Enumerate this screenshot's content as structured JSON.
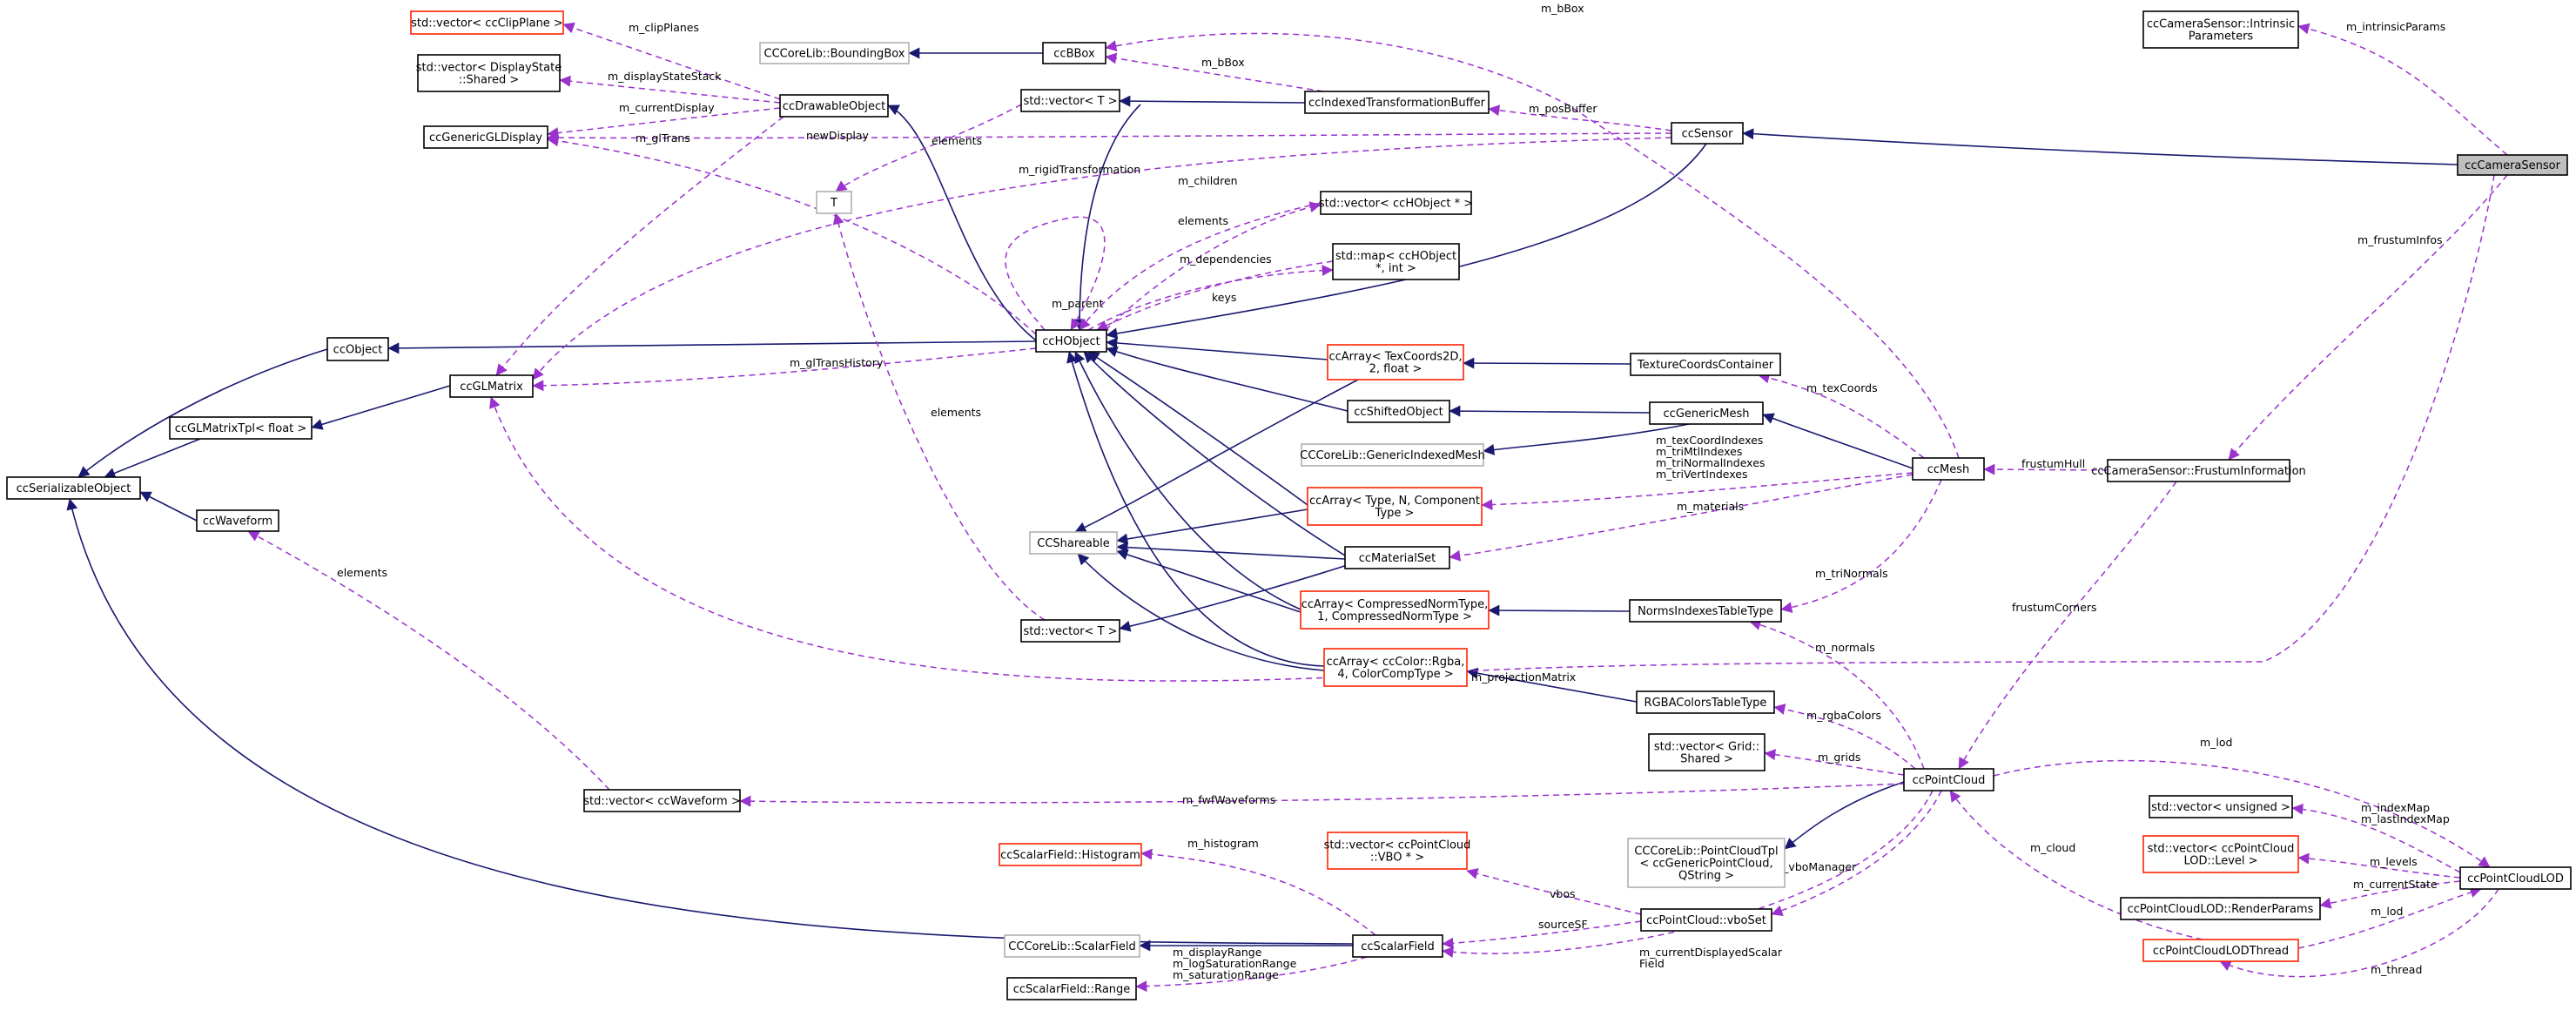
{
  "nodes": {
    "ccCameraSensor": [
      "ccCameraSensor"
    ],
    "intrinsic": [
      "ccCameraSensor::Intrinsic",
      "Parameters"
    ],
    "frustumInfo": [
      "ccCameraSensor::FrustumInformation"
    ],
    "ccSensor": [
      "ccSensor"
    ],
    "ccIndexedTransformationBuffer": [
      "ccIndexedTransformationBuffer"
    ],
    "ccBBox": [
      "ccBBox"
    ],
    "boundingBox": [
      "CCCoreLib::BoundingBox"
    ],
    "vecClipPlane": [
      "std::vector< ccClipPlane >"
    ],
    "vecDisplayState": [
      "std::vector< DisplayState",
      "::Shared >"
    ],
    "ccGenericGLDisplay": [
      "ccGenericGLDisplay"
    ],
    "ccDrawableObject": [
      "ccDrawableObject"
    ],
    "vecT1": [
      "std::vector< T >"
    ],
    "T": [
      "T"
    ],
    "vecHObject": [
      "std::vector< ccHObject * >"
    ],
    "mapHObject": [
      "std::map< ccHObject",
      "*, int >"
    ],
    "ccHObject": [
      "ccHObject"
    ],
    "ccObject": [
      "ccObject"
    ],
    "ccGLMatrix": [
      "ccGLMatrix"
    ],
    "ccGLMatrixTpl": [
      "ccGLMatrixTpl< float >"
    ],
    "ccSerializableObject": [
      "ccSerializableObject"
    ],
    "ccWaveform": [
      "ccWaveform"
    ],
    "arrTex": [
      "ccArray< TexCoords2D,",
      "2, float >"
    ],
    "textureCoords": [
      "TextureCoordsContainer"
    ],
    "ccShiftedObject": [
      "ccShiftedObject"
    ],
    "ccGenericMesh": [
      "ccGenericMesh"
    ],
    "genericIndexedMesh": [
      "CCCoreLib::GenericIndexedMesh"
    ],
    "ccMesh": [
      "ccMesh"
    ],
    "arrTypeN": [
      "ccArray< Type, N, Component",
      "Type >"
    ],
    "ccShareable": [
      "CCShareable"
    ],
    "ccMaterialSet": [
      "ccMaterialSet"
    ],
    "vecT2": [
      "std::vector< T >"
    ],
    "arrNorm": [
      "ccArray< CompressedNormType,",
      "1, CompressedNormType >"
    ],
    "normsIndexes": [
      "NormsIndexesTableType"
    ],
    "arrColor": [
      "ccArray< ccColor::Rgba,",
      "4, ColorCompType >"
    ],
    "rgbaColors": [
      "RGBAColorsTableType"
    ],
    "vecGrid": [
      "std::vector< Grid::",
      "Shared >"
    ],
    "ccPointCloud": [
      "ccPointCloud"
    ],
    "vecWaveform": [
      "std::vector< ccWaveform >"
    ],
    "histogram": [
      "ccScalarField::Histogram"
    ],
    "vecVBO": [
      "std::vector< ccPointCloud",
      "::VBO * >"
    ],
    "pointCloudTpl": [
      "CCCoreLib::PointCloudTpl",
      "< ccGenericPointCloud,",
      "QString >"
    ],
    "vboSet": [
      "ccPointCloud::vboSet"
    ],
    "scalarFieldCore": [
      "CCCoreLib::ScalarField"
    ],
    "ccScalarField": [
      "ccScalarField"
    ],
    "sfRange": [
      "ccScalarField::Range"
    ],
    "vecUnsigned": [
      "std::vector< unsigned >"
    ],
    "vecLevel": [
      "std::vector< ccPointCloud",
      "LOD::Level >"
    ],
    "renderParams": [
      "ccPointCloudLOD::RenderParams"
    ],
    "lodThread": [
      "ccPointCloudLODThread"
    ],
    "ccPointCloudLOD": [
      "ccPointCloudLOD"
    ]
  },
  "edge_labels": {
    "m_bBox_top": [
      "m_bBox"
    ],
    "m_intrinsicParams": [
      "m_intrinsicParams"
    ],
    "m_clipPlanes": [
      "m_clipPlanes"
    ],
    "m_displayStateStack": [
      "m_displayStateStack"
    ],
    "m_currentDisplay": [
      "m_currentDisplay"
    ],
    "m_glTrans": [
      "m_glTrans"
    ],
    "newDisplay": [
      "newDisplay"
    ],
    "m_bBox_idx": [
      "m_bBox"
    ],
    "m_posBuffer": [
      "m_posBuffer"
    ],
    "elements_T": [
      "elements"
    ],
    "m_rigidTransformation": [
      "m_rigidTransformation"
    ],
    "m_children": [
      "m_children"
    ],
    "elements_vecH": [
      "elements"
    ],
    "m_dependencies": [
      "m_dependencies"
    ],
    "keys": [
      "keys"
    ],
    "m_parent": [
      "m_parent"
    ],
    "m_frustumInfos": [
      "m_frustumInfos"
    ],
    "m_glTransHistory": [
      "m_glTransHistory"
    ],
    "elements_vecT2": [
      "elements"
    ],
    "m_texCoords": [
      "m_texCoords"
    ],
    "frustumHull": [
      "frustumHull"
    ],
    "mesh_indexes": [
      "m_texCoordIndexes",
      "m_triMtlIndexes",
      "m_triNormalIndexes",
      "m_triVertIndexes"
    ],
    "m_materials": [
      "m_materials"
    ],
    "elements_wave": [
      "elements"
    ],
    "m_triNormals": [
      "m_triNormals"
    ],
    "frustumCorners": [
      "frustumCorners"
    ],
    "m_normals": [
      "m_normals"
    ],
    "m_projectionMatrix": [
      "m_projectionMatrix"
    ],
    "m_rgbaColors": [
      "m_rgbaColors"
    ],
    "m_grids": [
      "m_grids"
    ],
    "m_lod": [
      "m_lod"
    ],
    "m_fwfWaveforms": [
      "m_fwfWaveforms"
    ],
    "m_indexMap": [
      "m_indexMap",
      "m_lastIndexMap"
    ],
    "m_cloud": [
      "m_cloud"
    ],
    "m_histogram": [
      "m_histogram"
    ],
    "m_vboManager": [
      "m_vboManager"
    ],
    "m_levels": [
      "m_levels"
    ],
    "vbos": [
      "vbos"
    ],
    "m_currentState": [
      "m_currentState"
    ],
    "sourceSF": [
      "sourceSF"
    ],
    "m_lod2": [
      "m_lod"
    ],
    "sf_ranges": [
      "m_displayRange",
      "m_logSaturationRange",
      "m_saturationRange"
    ],
    "m_currentDisplayedScalar": [
      "m_currentDisplayedScalar",
      "Field"
    ],
    "m_thread": [
      "m_thread"
    ]
  }
}
